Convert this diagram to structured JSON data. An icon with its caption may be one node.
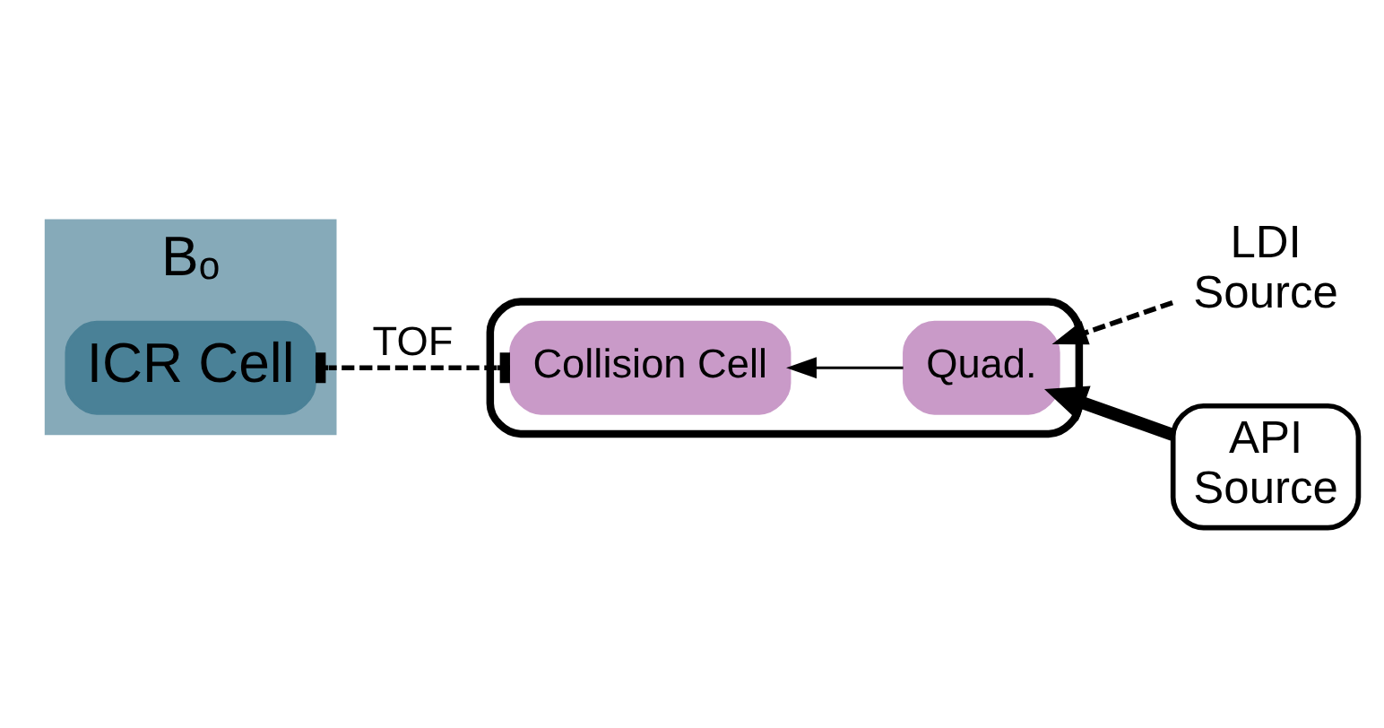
{
  "diagram": {
    "nodes": [
      {
        "text": [
          "Bₒ"
        ]
      },
      {
        "text": [
          "ICR Cell"
        ],
        "in": 0
      },
      {
        "text": [],
        "shape": "box"
      },
      {
        "text": [
          "Collision Cell"
        ],
        "in": 2
      },
      {
        "text": [
          "Quad."
        ],
        "in": 2
      },
      {
        "text": [
          "LDI",
          "Source"
        ]
      },
      {
        "text": [
          "API",
          "Source"
        ]
      }
    ],
    "edges": [
      {
        "from": 3,
        "to": 1,
        "label": "TOF",
        "arrow": "other",
        "style": "dashed"
      },
      {
        "from": 4,
        "to": 3,
        "arrow": "to"
      },
      {
        "from": 5,
        "to": 4,
        "arrow": "to",
        "style": "dashed"
      },
      {
        "from": 6,
        "to": 4,
        "arrow": "to",
        "style": "thick"
      }
    ]
  }
}
